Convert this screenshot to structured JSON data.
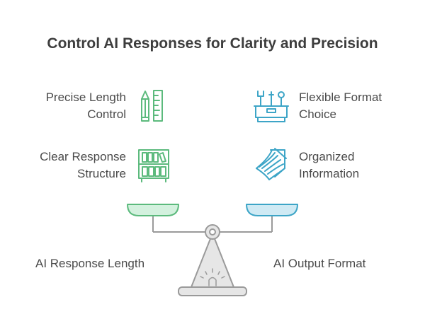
{
  "title": "Control AI Responses for Clarity and Precision",
  "left": {
    "items": [
      {
        "line1": "Precise Length",
        "line2": "Control",
        "icon": "pencil-ruler-icon"
      },
      {
        "line1": "Clear Response",
        "line2": "Structure",
        "icon": "shelf-icon"
      }
    ],
    "pan_label": "AI Response Length",
    "color": "#5cba7d",
    "pan_fill": "#d3f1de"
  },
  "right": {
    "items": [
      {
        "line1": "Flexible Format",
        "line2": "Choice",
        "icon": "toolbox-icon"
      },
      {
        "line1": "Organized",
        "line2": "Information",
        "icon": "documents-icon"
      }
    ],
    "pan_label": "AI Output Format",
    "color": "#3da5c7",
    "pan_fill": "#cfeaf4"
  },
  "scale_color": "#9a9a9a",
  "scale_fill": "#e6e6e6"
}
